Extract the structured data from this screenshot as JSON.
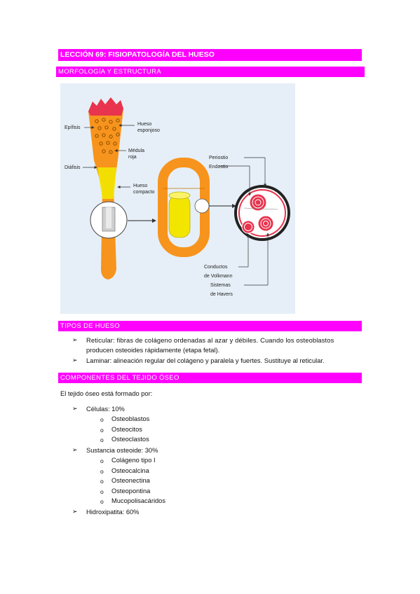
{
  "lesson_title": "LECCIÓN 69: FISIOPATOLOGÍA DEL HUESO",
  "sections": {
    "morfologia": "MORFOLOGÍA Y ESTRUCTURA",
    "tipos": "TIPOS DE HUESO",
    "componentes": "COMPONENTES DEL TEJIDO ÓSEO"
  },
  "diagram_labels": {
    "epifisis": "Epífisis",
    "diafisis": "Diáfisis",
    "hueso_esponjoso_1": "Hueso",
    "hueso_esponjoso_2": "esponjoso",
    "medula_1": "Médula",
    "medula_2": "roja",
    "hueso_compacto_1": "Hueso",
    "hueso_compacto_2": "compacto",
    "periostio": "Periostio",
    "endostio": "Endostio",
    "volkmann_1": "Conductos",
    "volkmann_2": "de Volkmann",
    "havers_1": "Sistemas",
    "havers_2": "de Havers"
  },
  "tipos": {
    "reticular_1": "Reticular: fibras de colágeno ordenadas al azar y débiles. Cuando los osteoblastos",
    "reticular_2": "producen osteoides rápidamente (etapa fetal).",
    "laminar": "Laminar: alineación regular del colágeno y paralela y fuertes. Sustituye al reticular."
  },
  "componentes": {
    "intro": "El tejido óseo está formado por:",
    "celulas": "Células: 10%",
    "celulas_items": [
      "Osteoblastos",
      "Osteocitos",
      "Osteoclastos"
    ],
    "sustancia": "Sustancia osteoide: 30%",
    "sustancia_items": [
      "Colágeno tipo I",
      "Osteocalcina",
      "Osteonectina",
      "Osteopontina",
      "Mucopolisacáridos"
    ],
    "hidroxiapatita": "Hidroxipatita: 60%"
  },
  "glyphs": {
    "arrow_bullet": "➢",
    "o_bullet": "o"
  },
  "colors": {
    "header_bar": "#ff00ff",
    "bone_orange": "#f7941d",
    "marrow_yellow": "#f2e600",
    "periosteum_red": "#e8344e"
  }
}
